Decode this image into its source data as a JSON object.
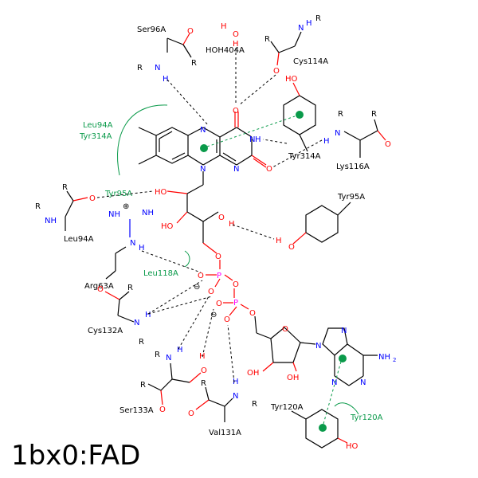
{
  "title": "1bx0:FAD",
  "colors": {
    "carbon": "#000000",
    "oxygen": "#ff0000",
    "nitrogen": "#0000ff",
    "phosphorus": "#ff00ff",
    "hydrophobic": "#0a9a4a"
  },
  "residues": {
    "ser96a": "Ser96A",
    "hoh404a": "HOH404A",
    "cys114a": "Cys114A",
    "leu94a_hyd": "Leu94A",
    "tyr314a_hyd": "Tyr314A",
    "tyr314a": "Tyr314A",
    "lys116a": "Lys116A",
    "tyr95a_hyd": "Tyr95A",
    "leu94a": "Leu94A",
    "tyr95a": "Tyr95A",
    "arg63a": "Arg63A",
    "leu118a": "Leu118A",
    "cys132a": "Cys132A",
    "ser133a": "Ser133A",
    "val131a": "Val131A",
    "tyr120a": "Tyr120A",
    "tyr120a_hyd": "Tyr120A"
  },
  "atoms": {
    "R": "R",
    "N": "N",
    "H": "H",
    "O": "O",
    "HO": "HO",
    "OH": "OH",
    "P": "P",
    "NH": "NH",
    "NH2": "NH",
    "NH2_sub": "2",
    "plus": "⊕",
    "minus": "⊖"
  }
}
